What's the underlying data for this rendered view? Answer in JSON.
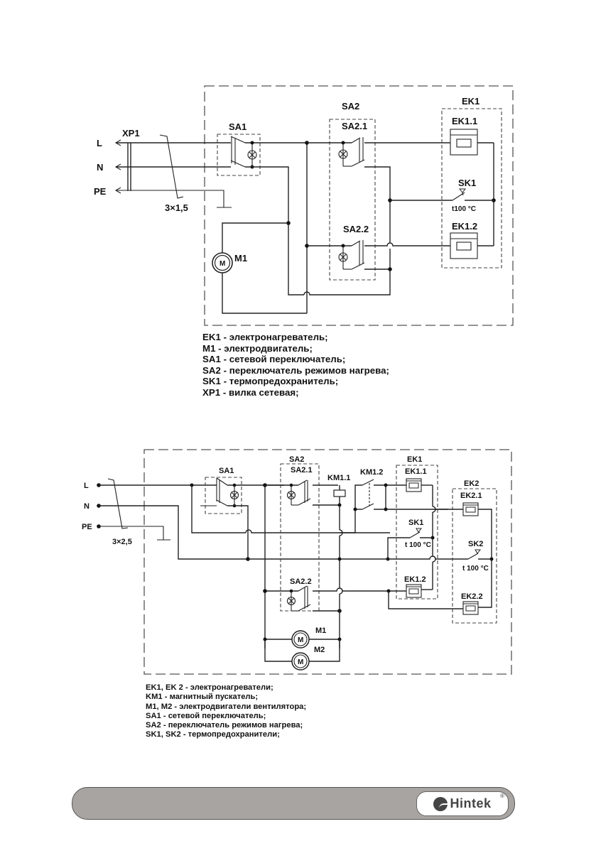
{
  "diagram1": {
    "labels": {
      "L": "L",
      "N": "N",
      "PE": "PE",
      "XP1": "XP1",
      "cable": "3×1,5",
      "SA1": "SA1",
      "SA2": "SA2",
      "SA2_1": "SA2.1",
      "SA2_2": "SA2.2",
      "EK1": "EK1",
      "EK1_1": "EK1.1",
      "EK1_2": "EK1.2",
      "SK1": "SK1",
      "SK1_temp": "t100 °C",
      "M1": "M1",
      "motor": "M"
    },
    "legend": [
      {
        "code": "EK1",
        "text": " - электронагреватель;"
      },
      {
        "code": "M1",
        "text": " - электродвигатель;"
      },
      {
        "code": "SA1",
        "text": " - сетевой переключатель;"
      },
      {
        "code": "SA2",
        "text": " - переключатель режимов нагрева;"
      },
      {
        "code": "SK1",
        "text": " - термопредохранитель;"
      },
      {
        "code": "XP1",
        "text": " - вилка сетевая;"
      }
    ]
  },
  "diagram2": {
    "labels": {
      "L": "L",
      "N": "N",
      "PE": "PE",
      "cable": "3×2,5",
      "SA1": "SA1",
      "SA2": "SA2",
      "SA2_1": "SA2.1",
      "SA2_2": "SA2.2",
      "KM1_1": "KM1.1",
      "KM1_2": "KM1.2",
      "EK1": "EK1",
      "EK1_1": "EK1.1",
      "EK1_2": "EK1.2",
      "EK2": "EK2",
      "EK2_1": "EK2.1",
      "EK2_2": "EK2.2",
      "SK1": "SK1",
      "SK1_temp": "t 100 °C",
      "SK2": "SK2",
      "SK2_temp": "t 100 °C",
      "M1": "M1",
      "M2": "M2",
      "motor": "M"
    },
    "legend": [
      {
        "code": "",
        "text": "EK1, EK 2 - электронагреватели;"
      },
      {
        "code": "",
        "text": "KM1 - магнитный пускатель;"
      },
      {
        "code": "",
        "text": "M1, M2 - электродвигатели вентилятора;"
      },
      {
        "code": "",
        "text": "SA1 - сетевой переключатель;"
      },
      {
        "code": "",
        "text": "SA2 - переключатель режимов нагрева;"
      },
      {
        "code": "",
        "text": "SK1, SK2 - термопредохранители;"
      }
    ]
  },
  "footer": {
    "brand": "Hintek",
    "registered": "®"
  }
}
